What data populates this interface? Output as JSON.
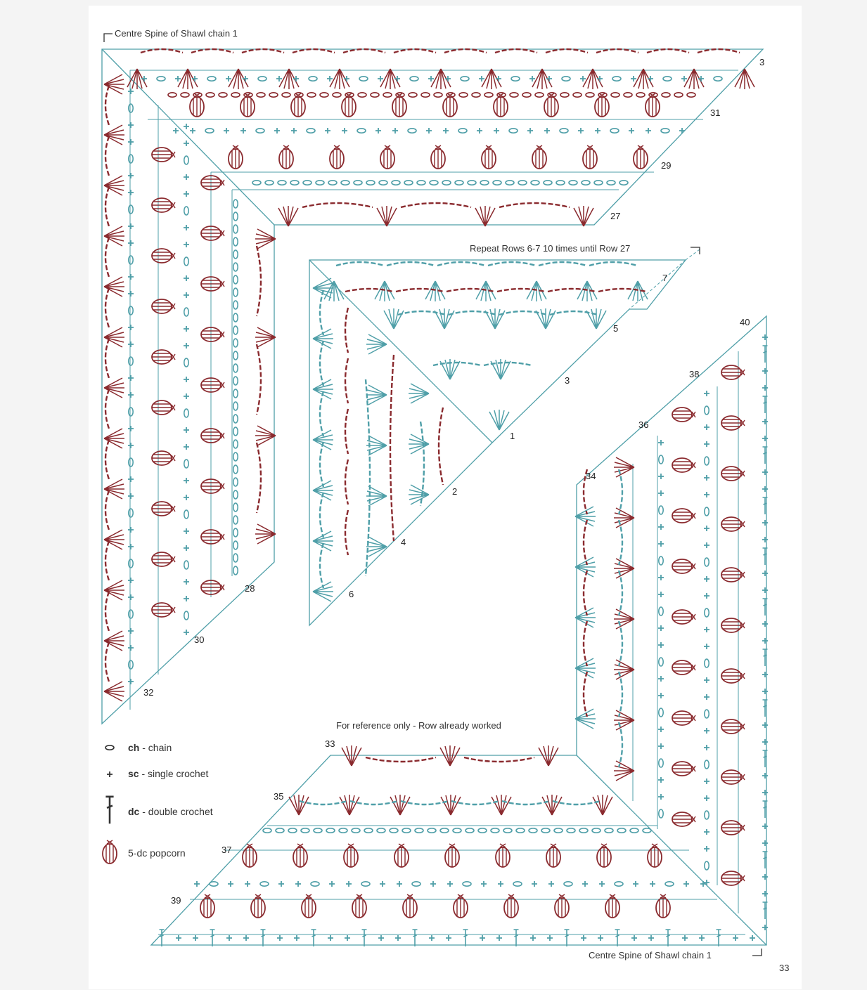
{
  "annotations": {
    "top_spine": "Centre Spine of Shawl chain 1",
    "repeat_note": "Repeat Rows 6-7 10 times until Row 27",
    "reference_note": "For reference only - Row already worked",
    "bottom_spine": "Centre Spine of Shawl chain 1",
    "page_number": "33"
  },
  "row_numbers": {
    "top_block": [
      "3",
      "31",
      "29",
      "27",
      "28",
      "30",
      "32"
    ],
    "middle_block": [
      "7",
      "5",
      "3",
      "1",
      "2",
      "4",
      "6"
    ],
    "bottom_block": [
      "40",
      "38",
      "36",
      "34",
      "33",
      "35",
      "37",
      "39"
    ]
  },
  "legend": [
    {
      "abbr": "ch",
      "text": " - chain",
      "icon": "chain-icon"
    },
    {
      "abbr": "sc",
      "text": " - single crochet",
      "icon": "single-crochet-icon"
    },
    {
      "abbr": "dc",
      "text": " - double crochet",
      "icon": "double-crochet-icon"
    },
    {
      "abbr": "",
      "text": "5-dc popcorn",
      "icon": "popcorn-icon"
    }
  ],
  "colors": {
    "teal": "#4f9fa8",
    "maroon": "#8a2a2e",
    "ink": "#333333"
  }
}
